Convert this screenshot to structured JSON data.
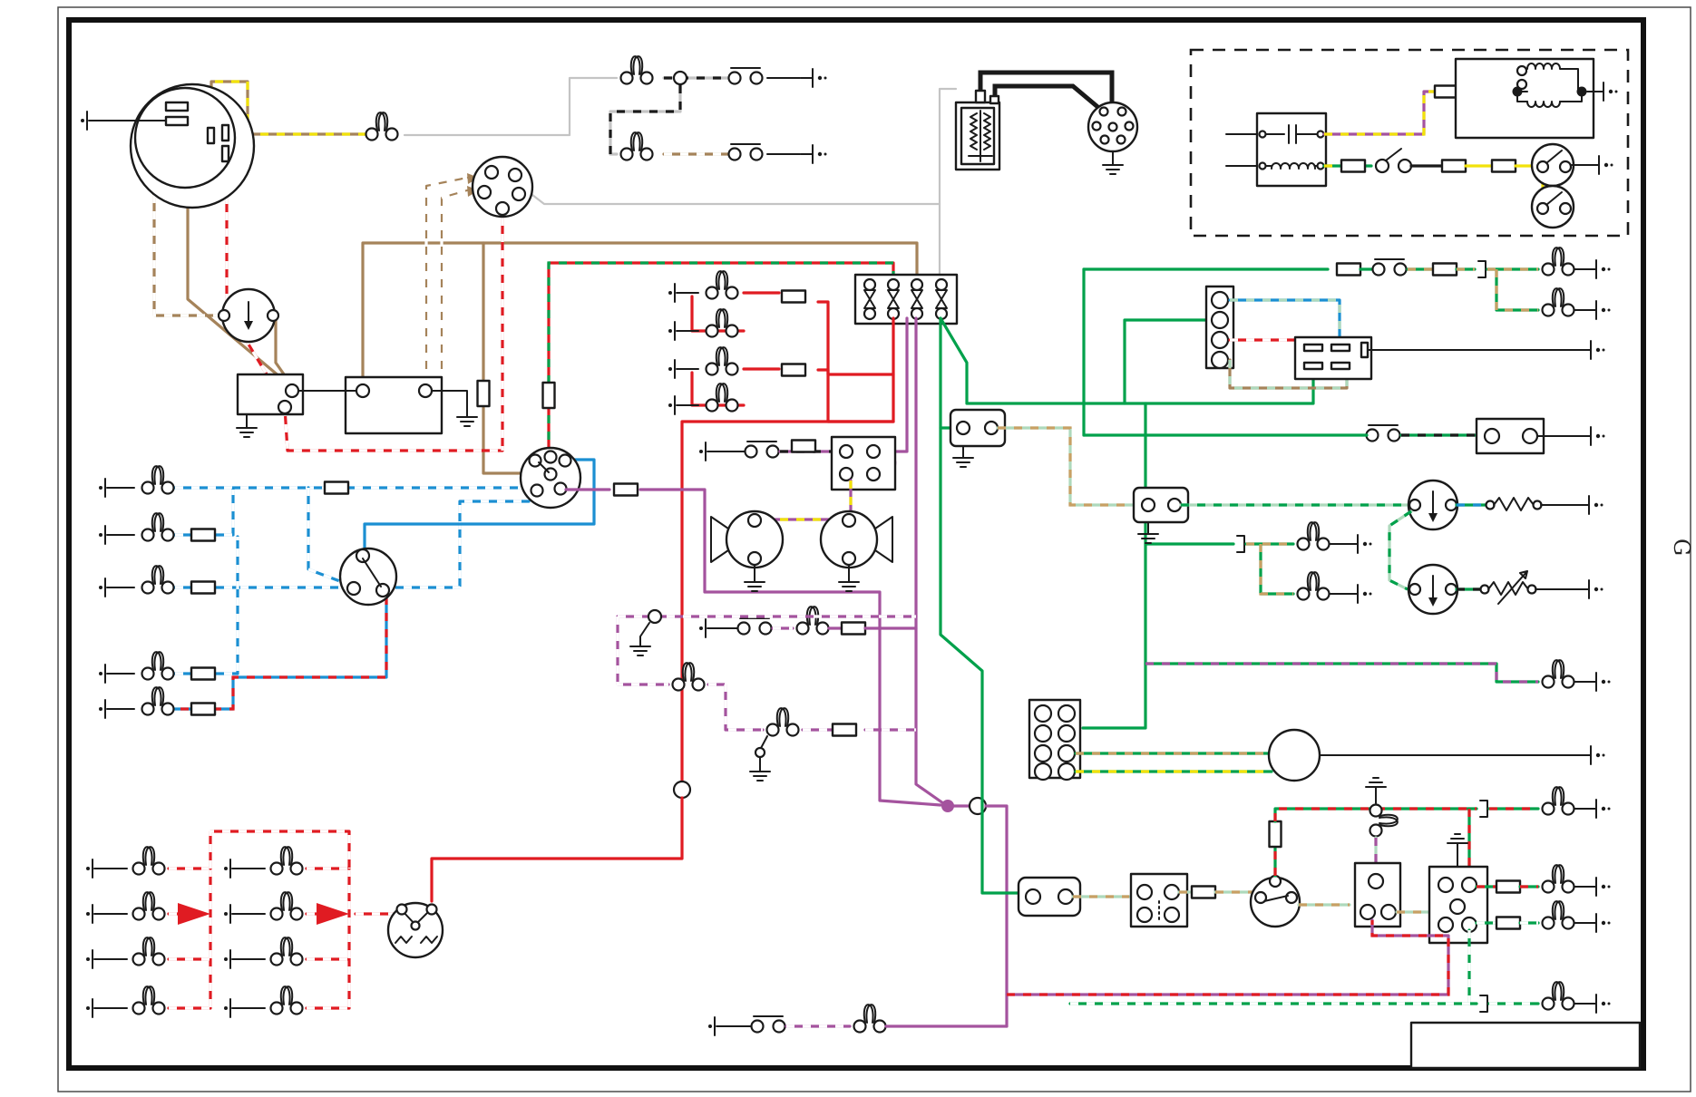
{
  "marker": {
    "label": "G"
  },
  "palette": {
    "red": "#e01b22",
    "green": "#00a14b",
    "palegreen": "#aed9bc",
    "blue": "#1b8fd2",
    "purple": "#a4539e",
    "brown": "#a5835a",
    "yellow": "#f2e20a",
    "gray": "#c4c4c4",
    "white": "#ffffff",
    "black": "#1a1a1a"
  },
  "diagram": {
    "type": "automotive-wiring-schematic",
    "text_labels": [],
    "components": [
      "generator-dynamo",
      "ignition-warning-lamp",
      "regulator-control-box",
      "starter-solenoid",
      "ignition-connector-5pin",
      "battery",
      "starter-motor",
      "fuse-box-4way",
      "lighting-switch",
      "dipper-switch",
      "headlamp",
      "side-lamp",
      "tail-lamp",
      "horn-pair",
      "horn-relay",
      "horn-push",
      "panel-lamp",
      "flasher-unit",
      "direction-indicator-lamps",
      "voltage-stabilizer",
      "fuel-gauge",
      "temperature-gauge",
      "sender-resistor",
      "variable-resistor",
      "connector-block-4way",
      "connector-block-8way",
      "tachometer",
      "relay",
      "switch",
      "fuse",
      "ground",
      "optional-equipment-dashed-box",
      "title-block"
    ],
    "wire_styles": [
      "brown",
      "brown-white",
      "brown-yellow",
      "white-black",
      "gray-white",
      "red",
      "red-white",
      "red-green",
      "blue",
      "blue-white",
      "blue-red",
      "green",
      "green-tan",
      "green-yellow",
      "green-red",
      "green-white",
      "green-black",
      "green-purple",
      "purple",
      "purple-white",
      "purple-yellow",
      "purple-orange",
      "maroon-red",
      "black",
      "yellow"
    ]
  }
}
